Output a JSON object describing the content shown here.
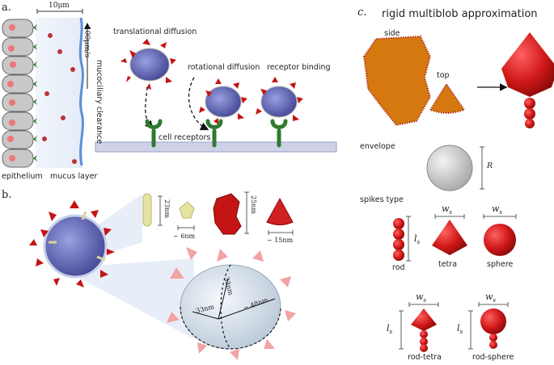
{
  "panels": {
    "a": {
      "letter": "a.",
      "scale_label": "10μm",
      "speed_label": "100μm/s",
      "clearance_label": "mucociliary clearance",
      "epithelium_label": "epithelium",
      "mucus_label": "mucus layer",
      "translational_label": "translational diffusion",
      "rotational_label": "rotational diffusion",
      "receptor_binding_label": "receptor binding",
      "cell_receptors_label": "cell receptors"
    },
    "b": {
      "letter": "b.",
      "dim_23nm": "23nm",
      "dim_6nm": "∼ 6nm",
      "dim_25nm": "25nm",
      "dim_15nm": "∼ 15nm",
      "dim_33nm_a": "33nm",
      "dim_33nm_b": "33nm",
      "dim_48nm": "∼ 48nm"
    },
    "c": {
      "letter": "c.",
      "title": "rigid multiblob approximation",
      "side_label": "side",
      "top_label": "top",
      "envelope_label": "envelope",
      "R_label": "R",
      "spikes_type_label": "spikes type",
      "ls_label": "l",
      "ls_sub": "s",
      "ws_label": "w",
      "ws_sub": "s",
      "rod_label": "rod",
      "tetra_label": "tetra",
      "sphere_label": "sphere",
      "rod_tetra_label": "rod-tetra",
      "rod_sphere_label": "rod-sphere"
    }
  },
  "colors": {
    "spike_red": "#c41414",
    "virus_blue": "#6a6fb8",
    "receptor_green": "#2f7a2f",
    "mucus_blue": "#7fa6de",
    "cell_gray": "#c8c8c8",
    "nucleus_pink": "#ee7777",
    "envelope_gray": "#bdbdbd",
    "stalk_yellow": "#e6e3a0"
  }
}
